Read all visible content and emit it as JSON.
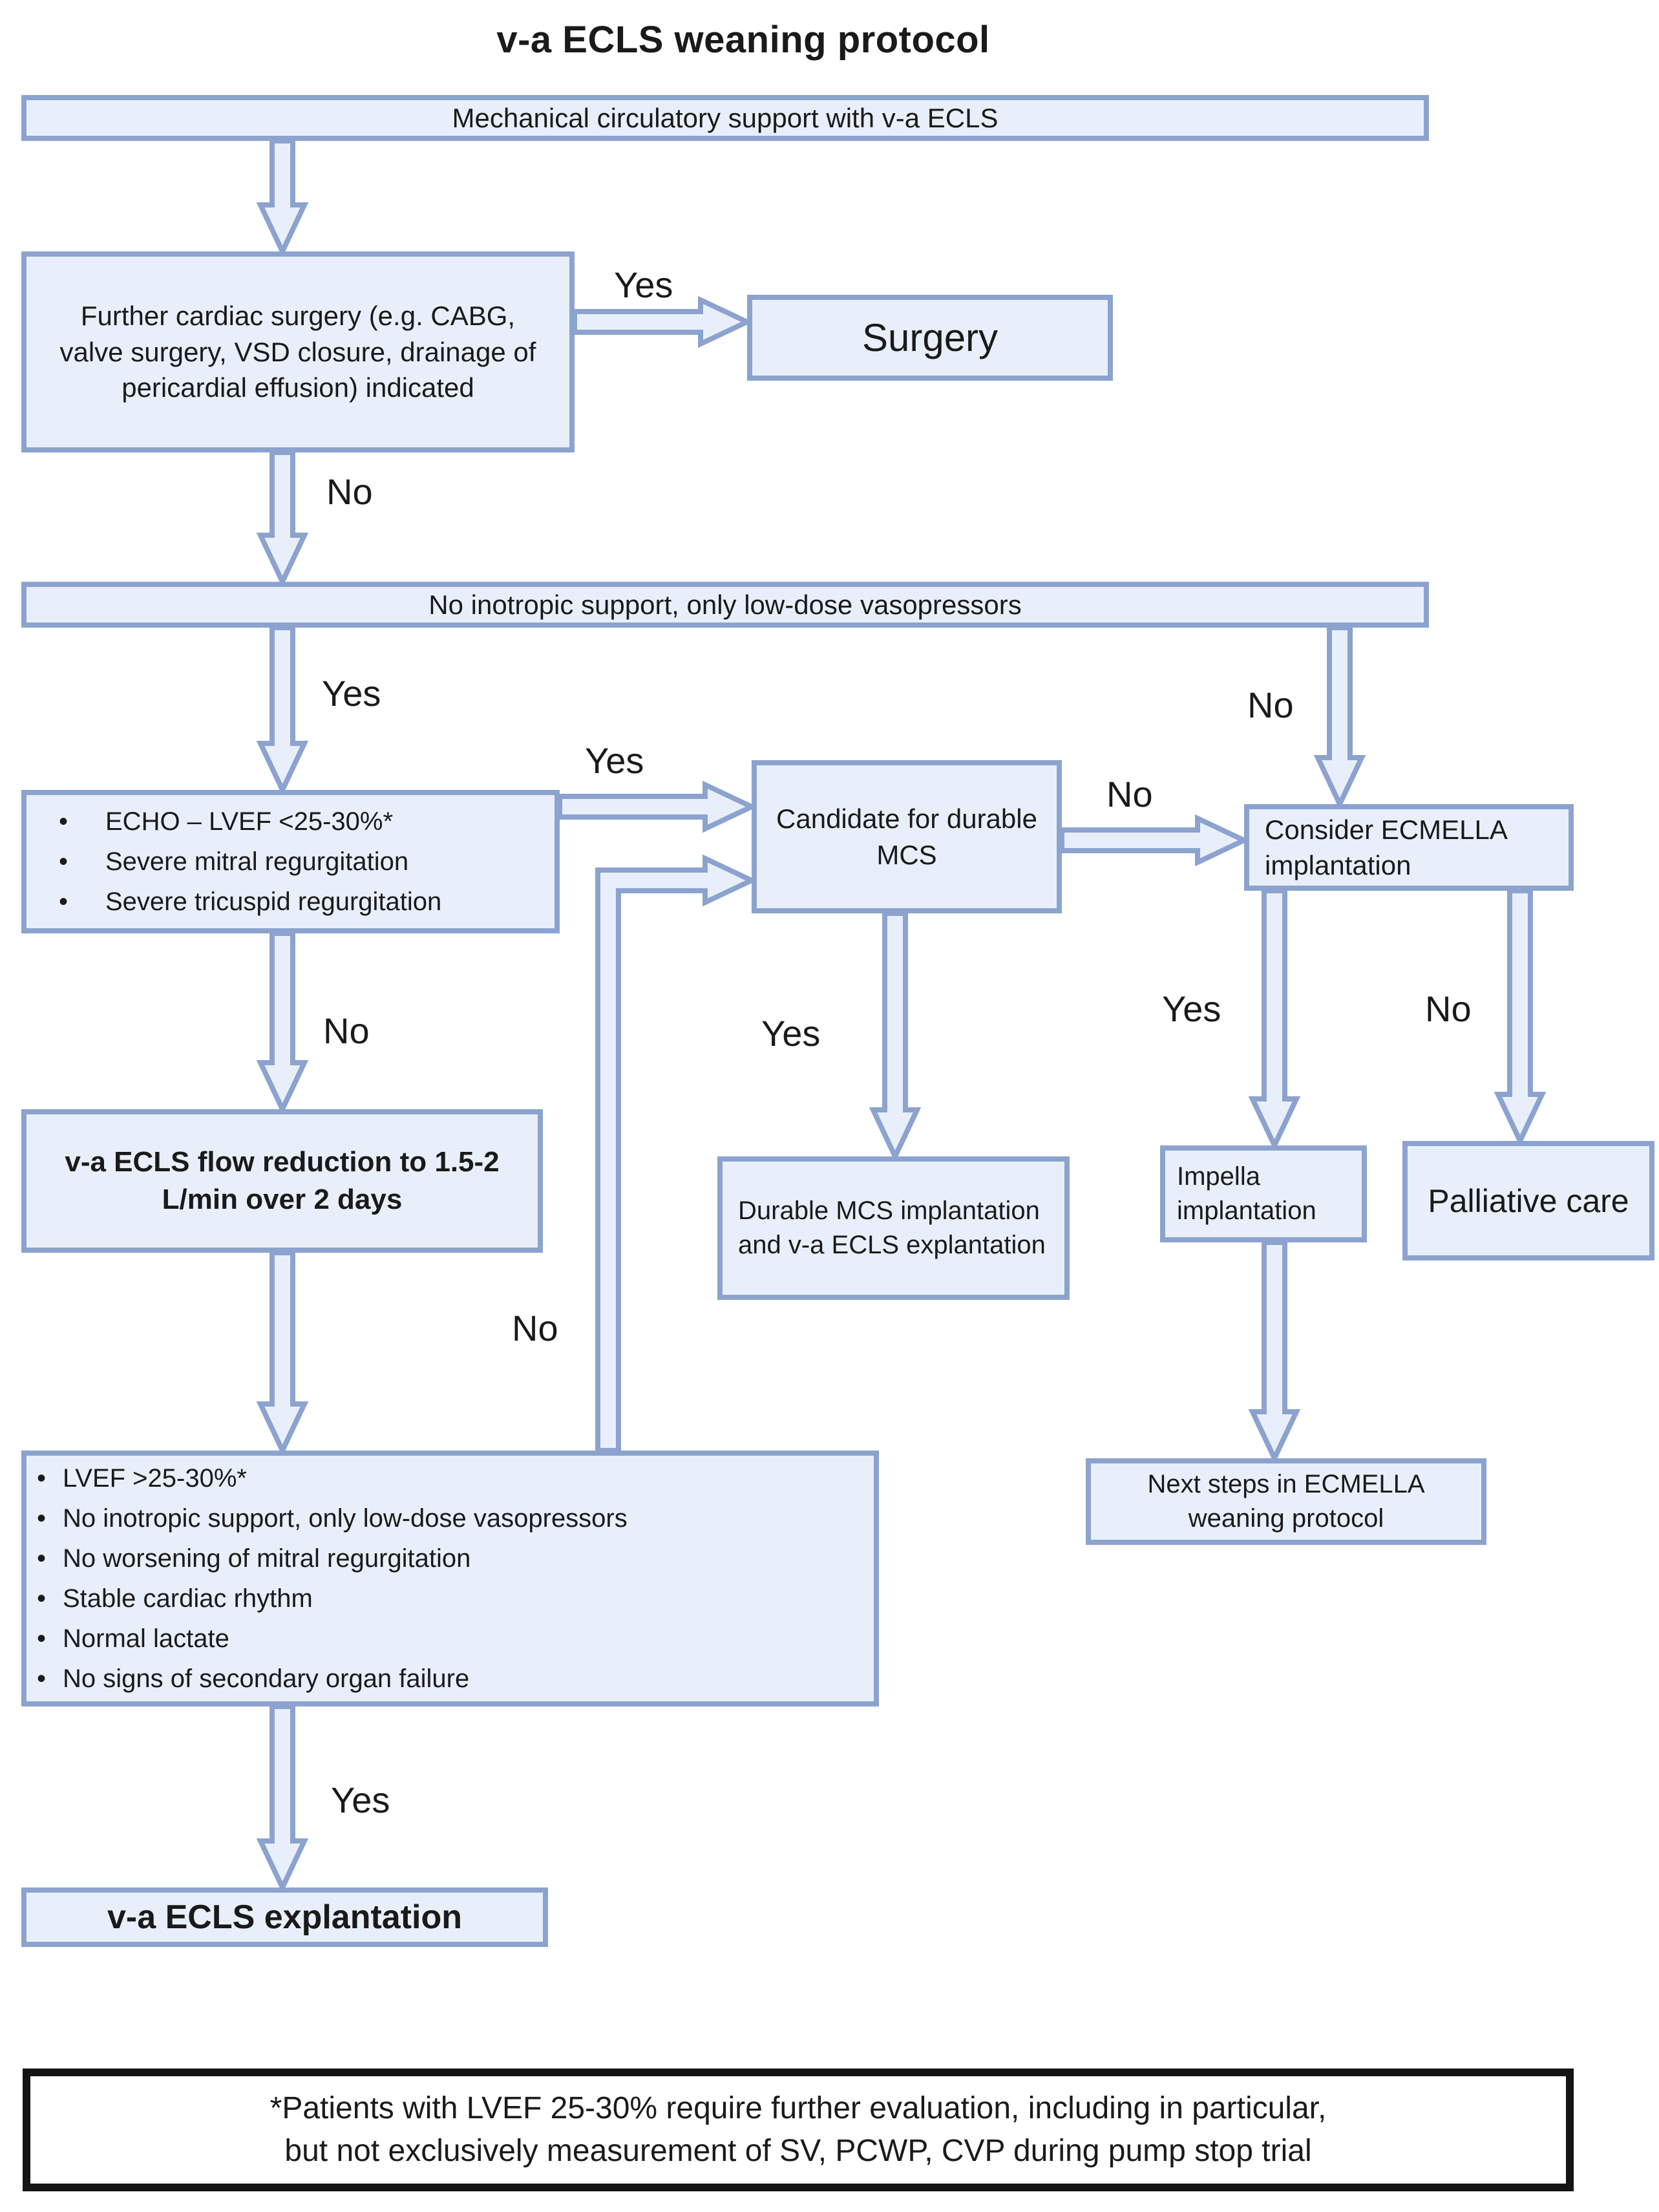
{
  "title": "v-a ECLS weaning protocol",
  "nodes": {
    "mcs_support": {
      "label": "Mechanical circulatory support with v-a ECLS"
    },
    "further_surgery": {
      "label": "Further cardiac surgery (e.g. CABG, valve surgery, VSD closure, drainage of pericardial effusion) indicated"
    },
    "surgery": {
      "label": "Surgery"
    },
    "no_inotropic": {
      "label": "No inotropic support, only low-dose vasopressors"
    },
    "echo_criteria": {
      "items": [
        "ECHO – LVEF <25-30%*",
        "Severe mitral regurgitation",
        "Severe tricuspid regurgitation"
      ]
    },
    "candidate_mcs": {
      "label": "Candidate for durable MCS"
    },
    "consider_ecmella": {
      "label": "Consider ECMELLA implantation"
    },
    "flow_reduction": {
      "label": "v-a ECLS flow reduction to 1.5-2 L/min over 2 days"
    },
    "durable_mcs": {
      "label": "Durable MCS implantation and v-a ECLS explantation"
    },
    "impella": {
      "label": "Impella implantation"
    },
    "palliative": {
      "label": "Palliative care"
    },
    "next_steps": {
      "label": "Next steps in ECMELLA weaning protocol"
    },
    "wean_criteria": {
      "items": [
        "LVEF >25-30%*",
        "No inotropic support, only low-dose vasopressors",
        "No worsening of mitral regurgitation",
        "Stable cardiac rhythm",
        "Normal lactate",
        "No signs of secondary organ failure"
      ]
    },
    "explantation": {
      "label": "v-a ECLS explantation"
    }
  },
  "edge_labels": {
    "surgery_yes": "Yes",
    "surgery_no": "No",
    "inotropic_yes": "Yes",
    "inotropic_no": "No",
    "echo_yes": "Yes",
    "candidate_no": "No",
    "echo_no": "No",
    "candidate_yes": "Yes",
    "ecmella_yes": "Yes",
    "ecmella_no": "No",
    "criteria_no": "No",
    "criteria_yes": "Yes"
  },
  "footnote": {
    "lines": [
      "*Patients with LVEF 25-30% require further evaluation, including in particular,",
      "but not exclusively measurement of SV, PCWP, CVP during pump stop trial"
    ]
  },
  "colors": {
    "box-fill": "#e9effa",
    "box-border": "#8ba3ce",
    "arrow-fill": "#e9effa",
    "arrow-stroke": "#8ba3ce",
    "text": "#1a1a1a",
    "note-border": "#141414",
    "bg": "#ffffff"
  }
}
